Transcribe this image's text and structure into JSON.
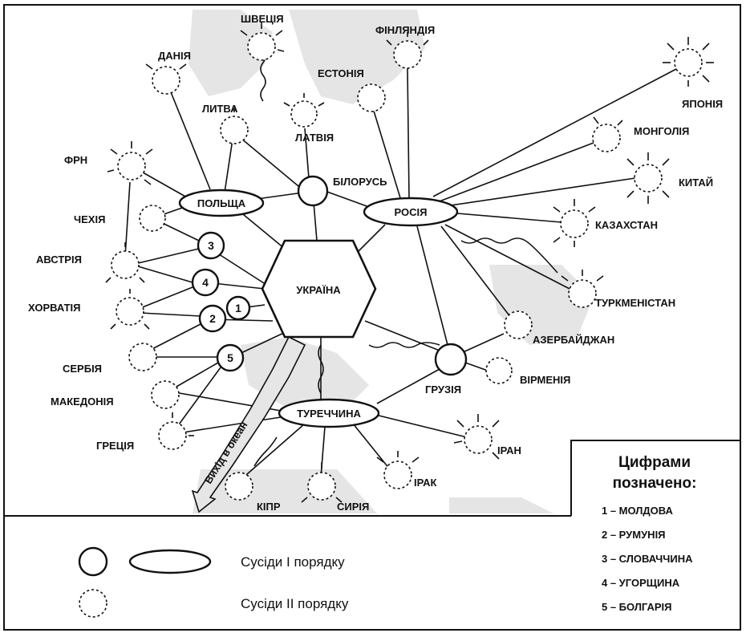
{
  "center": "УКРАЇНА",
  "first_order_ellipses": [
    "ПОЛЬЩА",
    "РОСІЯ",
    "ТУРЕЧЧИНА"
  ],
  "first_order_circles": [
    "БІЛОРУСЬ",
    "ГРУЗІЯ"
  ],
  "numbered_neighbors": [
    "1",
    "2",
    "3",
    "4",
    "5"
  ],
  "second_order": [
    "ШВЕЦІЯ",
    "ФІНЛЯНДІЯ",
    "ДАНІЯ",
    "ЕСТОНІЯ",
    "ЛИТВА",
    "ЛАТВІЯ",
    "ФРН",
    "ЧЕХІЯ",
    "АВСТРІЯ",
    "ХОРВАТІЯ",
    "СЕРБІЯ",
    "МАКЕДОНІЯ",
    "ГРЕЦІЯ",
    "ЯПОНІЯ",
    "МОНГОЛІЯ",
    "КИТАЙ",
    "КАЗАХСТАН",
    "ТУРКМЕНІСТАН",
    "АЗЕРБАЙДЖАН",
    "ВІРМЕНІЯ",
    "ІРАН",
    "ІРАК",
    "СИРІЯ",
    "КІПР"
  ],
  "sea_route_label": "Вихід в океан",
  "legend": {
    "first_order": "Сусіди І порядку",
    "second_order": "Сусіди ІІ порядку"
  },
  "key": {
    "title_line1": "Цифрами",
    "title_line2": "позначено:",
    "items": [
      "1 – МОЛДОВА",
      "2 – РУМУНІЯ",
      "3 – СЛОВАЧЧИНА",
      "4 – УГОРЩИНА",
      "5 – БОЛГАРІЯ"
    ]
  }
}
